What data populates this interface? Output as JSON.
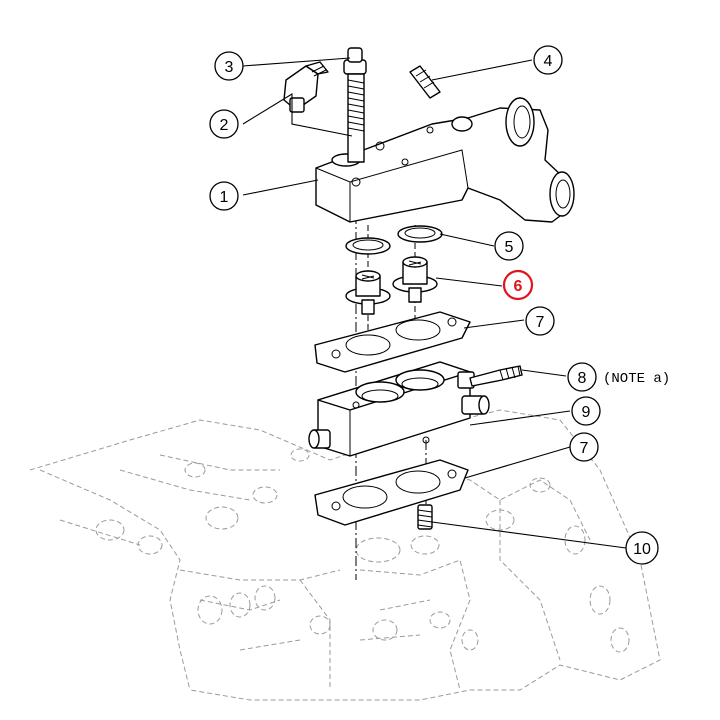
{
  "callouts": [
    {
      "id": "1",
      "label": "1"
    },
    {
      "id": "2",
      "label": "2"
    },
    {
      "id": "3",
      "label": "3"
    },
    {
      "id": "4",
      "label": "4"
    },
    {
      "id": "5",
      "label": "5"
    },
    {
      "id": "6",
      "label": "6",
      "highlighted": true
    },
    {
      "id": "7a",
      "label": "7"
    },
    {
      "id": "7b",
      "label": "7"
    },
    {
      "id": "8",
      "label": "8"
    },
    {
      "id": "9",
      "label": "9"
    },
    {
      "id": "10",
      "label": "10"
    }
  ],
  "note_text": "(NOTE a)",
  "colors": {
    "highlight": "#e0141e",
    "line": "#000000",
    "engine_dashed": "#9a9a9a"
  }
}
